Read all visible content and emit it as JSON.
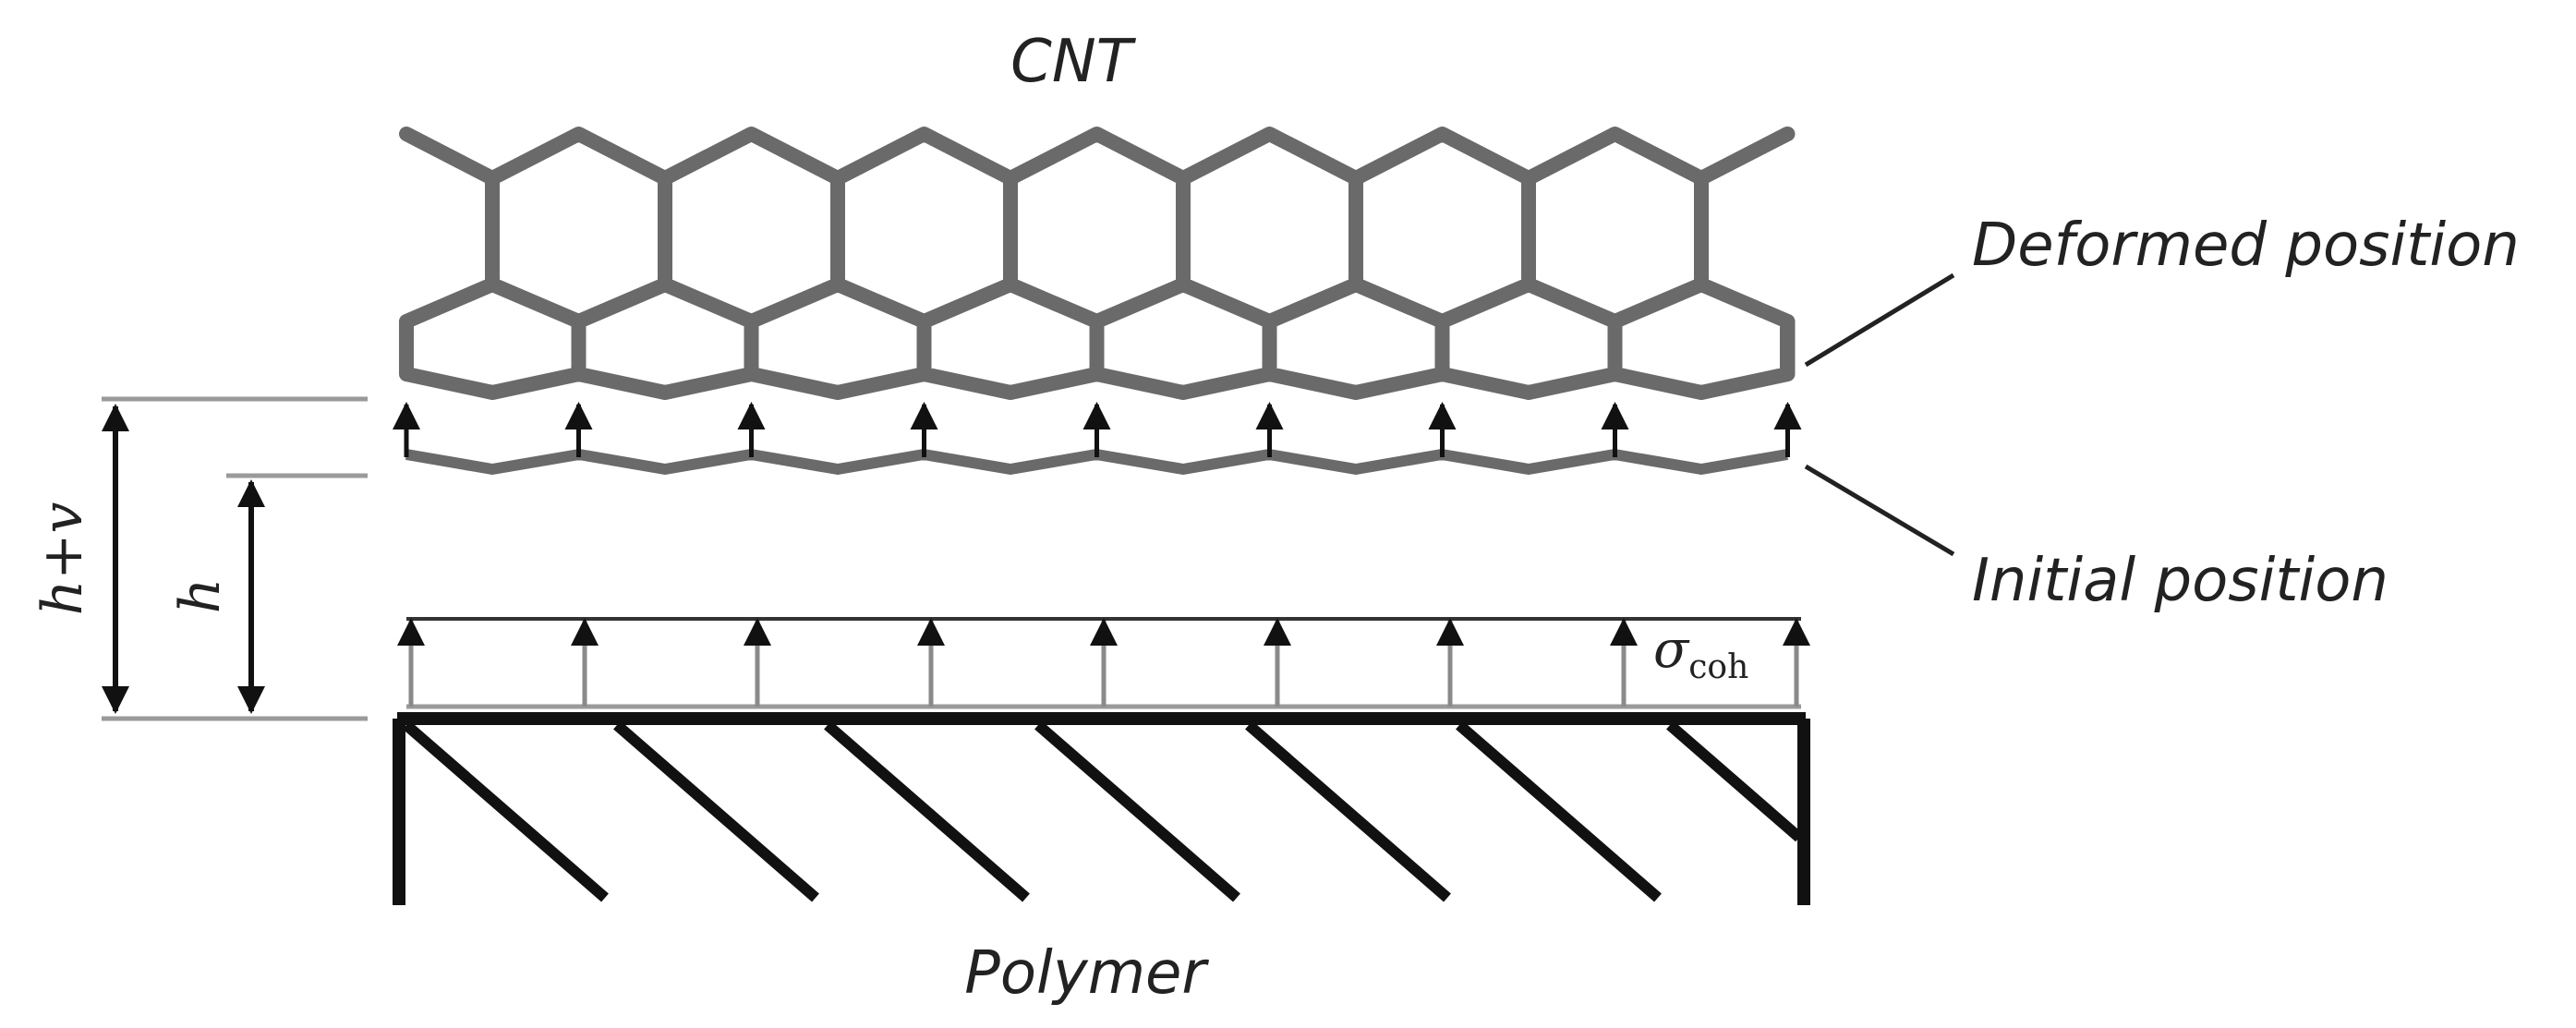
{
  "labels": {
    "cnt": "CNT",
    "deformed": "Deformed position",
    "initial": "Initial position",
    "polymer": "Polymer",
    "h_plus_v": "h+v",
    "h": "h",
    "sigma_symbol": "σ",
    "sigma_subscript": "coh"
  },
  "colors": {
    "lattice": "#6a6a6a",
    "ink": "#111111",
    "guide": "#9a9a9a",
    "text": "#222222"
  }
}
